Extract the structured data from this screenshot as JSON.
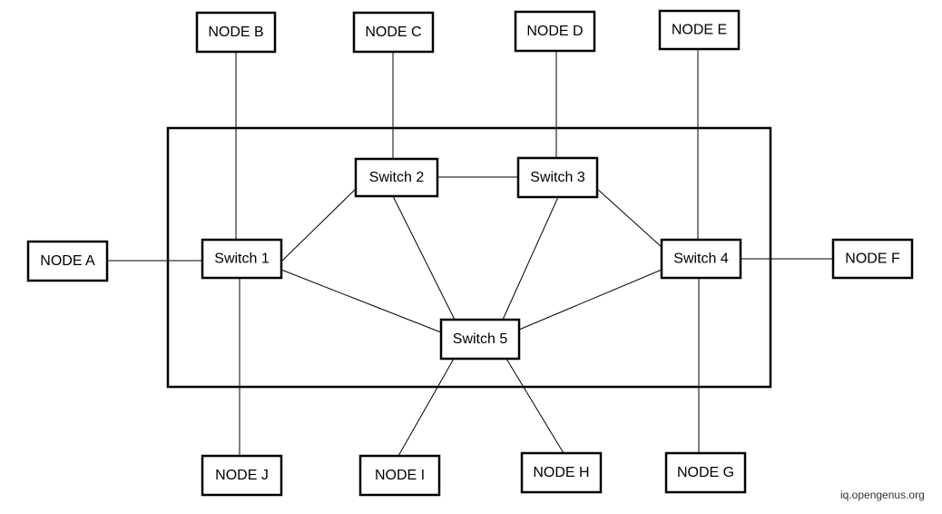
{
  "nodes": {
    "a": "NODE A",
    "b": "NODE B",
    "c": "NODE C",
    "d": "NODE D",
    "e": "NODE E",
    "f": "NODE F",
    "g": "NODE G",
    "h": "NODE H",
    "i": "NODE I",
    "j": "NODE J"
  },
  "switches": {
    "s1": "Switch 1",
    "s2": "Switch 2",
    "s3": "Switch 3",
    "s4": "Switch 4",
    "s5": "Switch 5"
  },
  "edges": [
    [
      "a",
      "s1"
    ],
    [
      "b",
      "s1"
    ],
    [
      "j",
      "s1"
    ],
    [
      "c",
      "s2"
    ],
    [
      "d",
      "s3"
    ],
    [
      "e",
      "s4"
    ],
    [
      "f",
      "s4"
    ],
    [
      "g",
      "s4"
    ],
    [
      "i",
      "s5"
    ],
    [
      "h",
      "s5"
    ],
    [
      "s1",
      "s2"
    ],
    [
      "s2",
      "s3"
    ],
    [
      "s3",
      "s4"
    ],
    [
      "s1",
      "s5"
    ],
    [
      "s2",
      "s5"
    ],
    [
      "s3",
      "s5"
    ],
    [
      "s4",
      "s5"
    ]
  ],
  "watermark": "iq.opengenus.org"
}
